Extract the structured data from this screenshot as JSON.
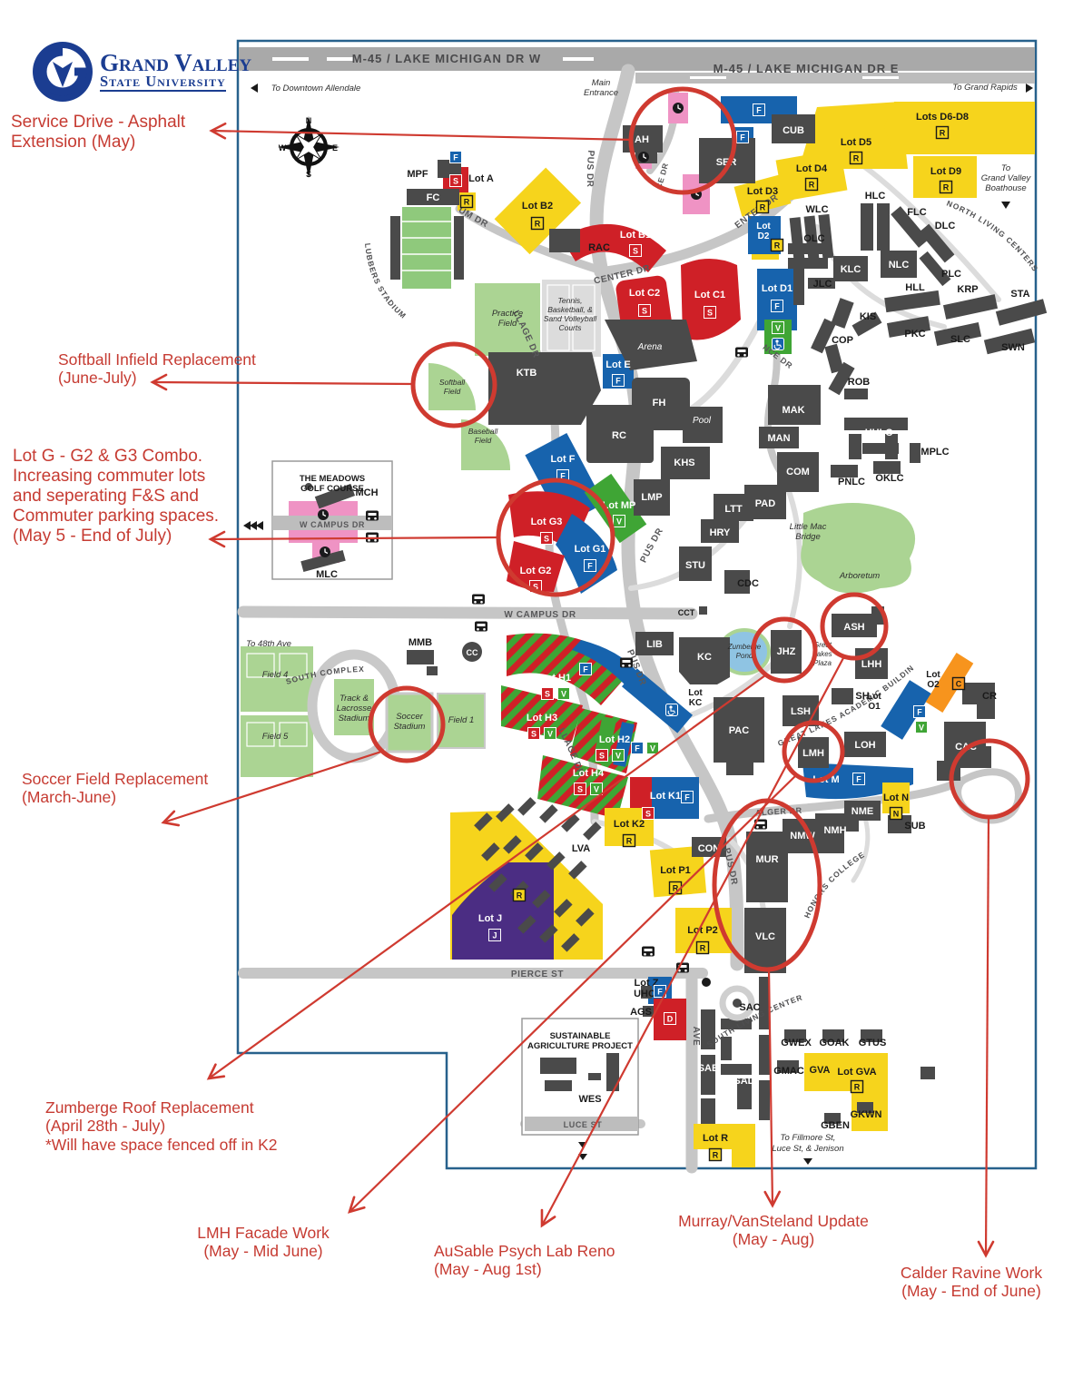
{
  "logo": {
    "l1": "Grand Valley",
    "l2": "State University"
  },
  "badges": {
    "f": "F",
    "r": "R",
    "s": "S",
    "v": "V",
    "n": "N",
    "c": "C",
    "j": "J",
    "d": "D"
  },
  "compass": {
    "n": "N",
    "e": "E",
    "s": "S",
    "w": "W"
  },
  "roads": {
    "m45_w": "M-45 / LAKE MICHIGAN DR W",
    "m45_e": "M-45 / LAKE MICHIGAN DR E",
    "n_campus": "N CAMPUS DR",
    "s_campus": "S CAMPUS DR",
    "w_campus": "W CAMPUS DR",
    "e_ravine": "E RAVINE CENTER DR",
    "w_ravine": "W RAVINE CENTER DR",
    "stadium_dr": "STADIUM DR",
    "service_dr": "SERVICE DR",
    "laker_village": "LAKER VILLAGE DR",
    "residence_dr": "RESIDENCE DR",
    "alger_dr": "ALGER DR",
    "pierce_st": "PIERCE ST",
    "luce_st": "LUCE ST",
    "ave42": "42ND AVE",
    "north_living": "NORTH LIVING CENTERS",
    "south_living": "SOUTH LIVING CENTERS",
    "south_complex": "SOUTH COMPLEX",
    "honors": "HONORS COLLEGE",
    "great_lakes": "GREAT LAKES ACADEMIC BUILDINGS",
    "lubbers": "LUBBERS STADIUM"
  },
  "dirs": {
    "allendale": "To Downtown Allendale",
    "grand_rapids": "To Grand Rapids",
    "bh1": "To",
    "bh2": "Grand Valley",
    "bh3": "Boathouse",
    "to48": "To 48th Ave",
    "fill1": "To Fillmore St,",
    "fill2": "Luce St, & Jenison",
    "main1": "Main",
    "main2": "Entrance"
  },
  "areas": {
    "meadows1": "THE MEADOWS",
    "meadows2": "GOLF COURSE",
    "littlemac1": "Little Mac",
    "littlemac2": "Bridge",
    "arboretum": "Arboretum",
    "pond1": "Zumberge",
    "pond2": "Pond",
    "plaza1": "Great",
    "plaza2": "Lakes",
    "plaza3": "Plaza",
    "practice1": "Practice",
    "practice2": "Field",
    "baseball1": "Baseball",
    "baseball2": "Field",
    "softball1": "Softball",
    "softball2": "Field",
    "tennis1": "Tennis,",
    "tennis2": "Basketball, &",
    "tennis3": "Sand Volleyball",
    "tennis4": "Courts",
    "track1": "Track &",
    "track2": "Lacrosse",
    "track3": "Stadium",
    "soccer1": "Soccer",
    "soccer2": "Stadium",
    "field1": "Field 1",
    "field4": "Field 4",
    "field5": "Field 5",
    "pool": "Pool",
    "arena": "Arena",
    "ag1": "SUSTAINABLE",
    "ag2": "AGRICULTURE PROJECT"
  },
  "bld": {
    "mpf": "MPF",
    "fc": "FC",
    "rac": "RAC",
    "ktb": "KTB",
    "ah": "AH",
    "ser": "SER",
    "cub": "CUB",
    "wlc": "WLC",
    "hlc": "HLC",
    "flc": "FLC",
    "dlc": "DLC",
    "olc": "OLC",
    "klc": "KLC",
    "nlc": "NLC",
    "plc": "PLC",
    "jlc": "JLC",
    "hll": "HLL",
    "krp": "KRP",
    "sta": "STA",
    "kis": "KIS",
    "pkc": "PKC",
    "slc": "SLC",
    "swn": "SWN",
    "cop": "COP",
    "rob": "ROB",
    "fh": "FH",
    "rc": "RC",
    "khs": "KHS",
    "lmp": "LMP",
    "mak": "MAK",
    "man": "MAN",
    "com": "COM",
    "hhlc": "HHLC",
    "mplc": "MPLC",
    "pnlc": "PNLC",
    "oklc": "OKLC",
    "pad": "PAD",
    "ltt": "LTT",
    "hry": "HRY",
    "stu": "STU",
    "cdc": "CDC",
    "cct": "CCT",
    "mch": "MCH",
    "mlc": "MLC",
    "mmb": "MMB",
    "cc": "CC",
    "lib": "LIB",
    "kc": "KC",
    "jhz": "JHZ",
    "ash": "ASH",
    "lhh": "LHH",
    "sh": "SH",
    "lsh": "LSH",
    "pac": "PAC",
    "lmh": "LMH",
    "loh": "LOH",
    "cr": "CR",
    "cac": "CAC",
    "nme": "NME",
    "nmh": "NMH",
    "nmw": "NMW",
    "sub": "SUB",
    "mur": "MUR",
    "vlc": "VLC",
    "con": "CON",
    "lva": "LVA",
    "uhc": "UHC",
    "ags": "AGS",
    "wes": "WES",
    "sac": "SAC",
    "sae": "SAE",
    "sad": "SAD",
    "gwex": "GWEX",
    "goak": "GOAK",
    "gtus": "GTUS",
    "gmac": "GMAC",
    "gva": "GVA",
    "gkwn": "GKWN",
    "gben": "GBEN"
  },
  "lots": {
    "a": "Lot A",
    "b1": "Lot B1",
    "b2": "Lot B2",
    "c1": "Lot C1",
    "c2": "Lot C2",
    "d1": "Lot D1",
    "d2l1": "Lot",
    "d2l2": "D2",
    "d3": "Lot D3",
    "d4": "Lot D4",
    "d5": "Lot D5",
    "d68": "Lots D6-D8",
    "d9": "Lot D9",
    "e": "Lot E",
    "f": "Lot F",
    "g1": "Lot G1",
    "g2": "Lot G2",
    "g3": "Lot G3",
    "mp": "Lot MP",
    "h1": "Lot H1",
    "h2": "Lot H2",
    "h3": "Lot H3",
    "h4": "Lot H4",
    "k1": "Lot K1",
    "k2": "Lot K2",
    "kcl1": "Lot",
    "kcl2": "KC",
    "j": "Lot J",
    "m": "Lot M",
    "n": "Lot N",
    "o1l1": "Lot",
    "o1l2": "O1",
    "o2l1": "Lot",
    "o2l2": "O2",
    "p1": "Lot P1",
    "p2": "Lot P2",
    "r": "Lot R",
    "z": "Lot Z",
    "gva": "Lot GVA"
  },
  "anno": {
    "a1": {
      "l1": "Service Drive - Asphalt",
      "l2": "Extension (May)"
    },
    "a2": {
      "l1": "Softball Infield Replacement",
      "l2": "(June-July)"
    },
    "a3": {
      "l1": "Lot G - G2 & G3 Combo.",
      "l2": "Increasing commuter lots",
      "l3": "and seperating F&S and",
      "l4": "Commuter parking spaces.",
      "l5": "(May 5 - End of July)"
    },
    "a4": {
      "l1": "Soccer Field Replacement",
      "l2": "(March-June)"
    },
    "a5": {
      "l1": "Zumberge Roof Replacement",
      "l2": "(April 28th - July)",
      "l3": "*Will have space fenced off in K2"
    },
    "a6": {
      "l1": "LMH Facade Work",
      "l2": "(May - Mid June)"
    },
    "a7": {
      "l1": "AuSable Psych Lab Reno",
      "l2": "(May - Aug 1st)"
    },
    "a8": {
      "l1": "Murray/VanSteland Update",
      "l2": "(May - Aug)"
    },
    "a9": {
      "l1": "Calder Ravine Work",
      "l2": "(May - End of June)"
    }
  }
}
